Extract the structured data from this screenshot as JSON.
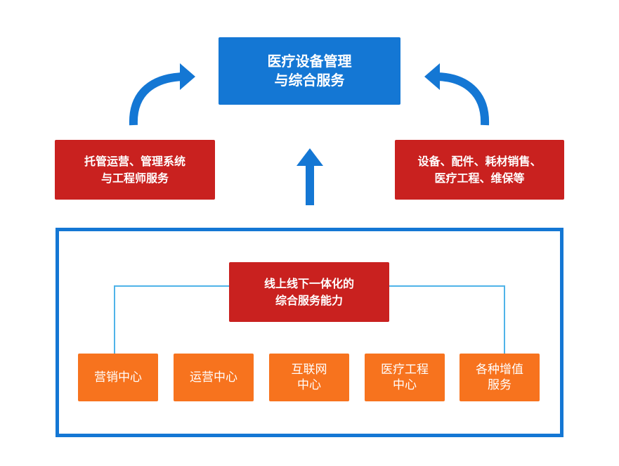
{
  "top_box": {
    "line1": "医疗设备管理",
    "line2": "与综合服务"
  },
  "left_box": {
    "line1": "托管运营、管理系统",
    "line2": "与工程师服务"
  },
  "right_box": {
    "line1": "设备、配件、耗材销售、",
    "line2": "医疗工程、维保等"
  },
  "center_box": {
    "line1": "线上线下一体化的",
    "line2": "综合服务能力"
  },
  "centers": [
    {
      "line1": "营销中心",
      "line2": ""
    },
    {
      "line1": "运营中心",
      "line2": ""
    },
    {
      "line1": "互联网",
      "line2": "中心"
    },
    {
      "line1": "医疗工程",
      "line2": "中心"
    },
    {
      "line1": "各种增值",
      "line2": "服务"
    }
  ],
  "colors": {
    "blue": "#1477d4",
    "red": "#c9211f",
    "orange": "#f7731e",
    "connector": "#4fb3e8"
  }
}
